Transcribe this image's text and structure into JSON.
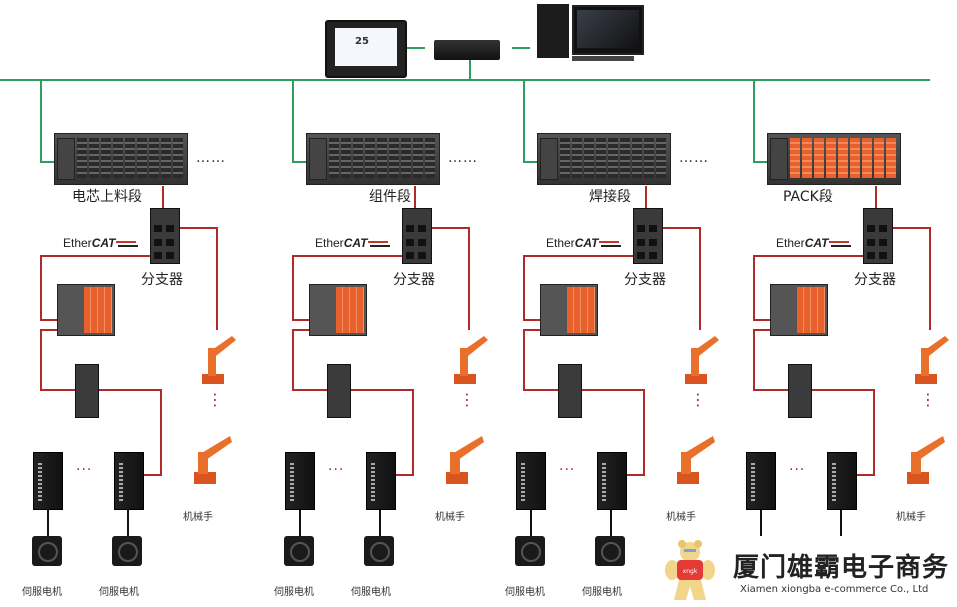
{
  "top_level": {
    "hmi": {
      "icon": "hmi-touchscreen",
      "temperature": "25"
    },
    "switch": {
      "icon": "network-switch"
    },
    "computer": {
      "icon": "desktop-computer"
    }
  },
  "segments": [
    {
      "name": "电芯上料段",
      "ellipsis": "……",
      "splitter_label": "分支器",
      "ethercat_prefix": "Ether",
      "ethercat_bold": "CAT",
      "robot_label": "机械手",
      "robot_dots": "⋮",
      "drive_dots": "···",
      "motor_labels": [
        "伺服电机",
        "伺服电机"
      ]
    },
    {
      "name": "组件段",
      "ellipsis": "……",
      "splitter_label": "分支器",
      "ethercat_prefix": "Ether",
      "ethercat_bold": "CAT",
      "robot_label": "机械手",
      "robot_dots": "⋮",
      "drive_dots": "···",
      "motor_labels": [
        "伺服电机",
        "伺服电机"
      ]
    },
    {
      "name": "焊接段",
      "ellipsis": "……",
      "splitter_label": "分支器",
      "ethercat_prefix": "Ether",
      "ethercat_bold": "CAT",
      "robot_label": "机械手",
      "robot_dots": "⋮",
      "drive_dots": "···",
      "motor_labels": [
        "伺服电机",
        "伺服电机"
      ]
    },
    {
      "name": "PACK段",
      "ellipsis": "",
      "splitter_label": "分支器",
      "ethercat_prefix": "Ether",
      "ethercat_bold": "CAT",
      "robot_label": "机械手",
      "robot_dots": "⋮",
      "drive_dots": "···",
      "motor_labels": [],
      "plc_style": "orange"
    }
  ],
  "watermark": {
    "company_cn": "厦门雄霸电子商务",
    "company_en": "Xiamen xiongba e-commerce Co., Ltd",
    "mascot_text": "xngk"
  },
  "colors": {
    "ethernet": "#2e9e5e",
    "ethercat": "#b02a2a",
    "cable": "#111111"
  }
}
